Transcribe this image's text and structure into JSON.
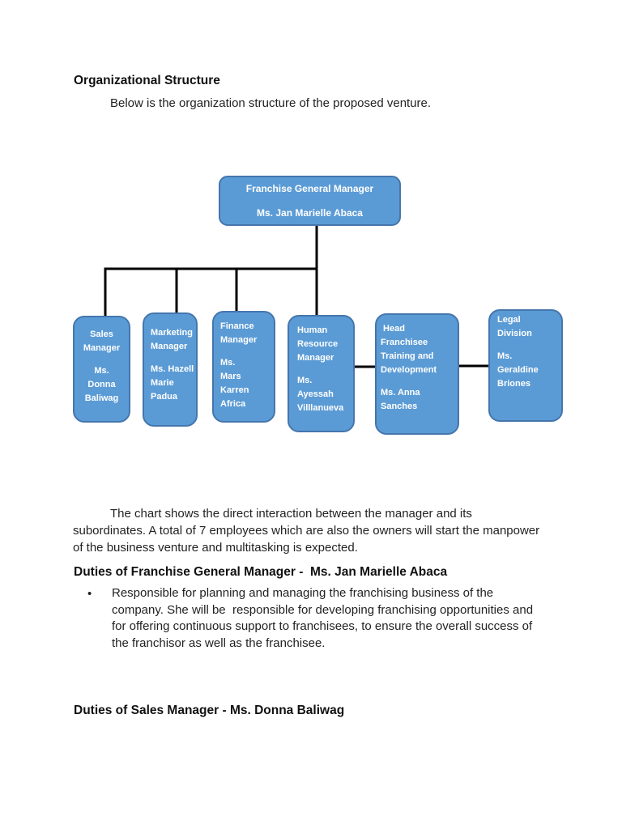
{
  "document": {
    "section_heading": "Organizational Structure",
    "intro": "Below is the organization structure of the proposed venture.",
    "paragraph_lines": [
      "The chart shows the direct interaction between the manager and its",
      "subordinates. A total of 7 employees which are also the owners will start the manpower",
      "of the business venture and multitasking is expected."
    ],
    "duties_gm_heading": "Duties of Franchise General Manager -  Ms. Jan Marielle Abaca",
    "bullet_marker": "•",
    "gm_bullet_lines": [
      "Responsible for planning and managing the franchising business of the",
      "company. She will be  responsible for developing franchising opportunities and",
      "for offering continuous support to franchisees, to ensure the overall success of",
      "the franchisor as well as the franchisee."
    ],
    "duties_sales_heading": "Duties of Sales Manager - Ms. Donna Baliwag"
  },
  "org_chart": {
    "type": "org-tree",
    "root": {
      "title": "Franchise General Manager",
      "name": "Ms. Jan Marielle Abaca",
      "lines": [
        "Franchise General Manager",
        "",
        "Ms. Jan Marielle Abaca"
      ]
    },
    "subordinates": [
      {
        "title": "Sales Manager",
        "name": "Ms. Donna Baliwag",
        "lines": [
          "Sales",
          "Manager",
          "",
          "Ms.",
          "Donna",
          "Baliwag"
        ]
      },
      {
        "title": "Marketing Manager",
        "name": "Ms. Hazell Marie Padua",
        "lines": [
          "Marketing",
          "Manager",
          "",
          "Ms. Hazell",
          "Marie",
          "Padua"
        ]
      },
      {
        "title": "Finance Manager",
        "name": "Ms. Mars Karren Africa",
        "lines": [
          "Finance",
          "Manager",
          "",
          "Ms.",
          "Mars",
          "Karren",
          "Africa"
        ]
      },
      {
        "title": "Human Resource Manager",
        "name": "Ms. Ayessah Villlanueva",
        "lines": [
          "Human",
          "Resource",
          "Manager",
          "",
          "Ms.",
          "Ayessah",
          "Villlanueva"
        ]
      },
      {
        "title": "Head Franchisee Training and Development",
        "name": "Ms. Anna Sanches",
        "lines": [
          " Head",
          "Franchisee",
          "Training and",
          "Development",
          "",
          "Ms. Anna",
          "Sanches"
        ]
      },
      {
        "title": "Legal Division",
        "name": "Ms. Geraldine Briones",
        "lines": [
          "Legal",
          "Division",
          "",
          "Ms.",
          "Geraldine",
          "Briones"
        ]
      }
    ],
    "colors": {
      "box_fill": "#5b9bd5",
      "box_border": "#4576ad",
      "box_text": "#ffffff",
      "connector": "#000000"
    }
  }
}
